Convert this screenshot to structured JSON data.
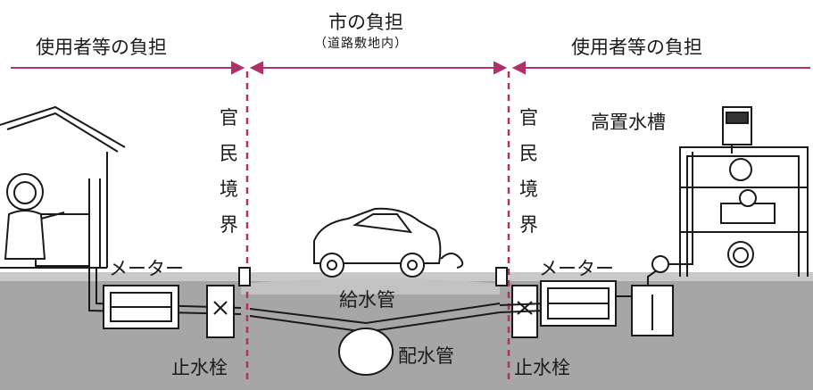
{
  "top": {
    "left_label": "使用者等の負担",
    "center_label": "市の負担",
    "center_sub": "（道路敷地内）",
    "right_label": "使用者等の負担"
  },
  "boundary": {
    "left_chars": [
      "官",
      "民",
      "境",
      "界"
    ],
    "right_chars": [
      "官",
      "民",
      "境",
      "界"
    ]
  },
  "labels": {
    "tank": "高置水槽",
    "meter_left": "メーター",
    "meter_right": "メーター",
    "supply_pipe": "給水管",
    "main_pipe": "配水管",
    "stop_left": "止水栓",
    "stop_right": "止水栓"
  },
  "colors": {
    "boundary_line": "#b0306a",
    "ground": "#a8a8a8",
    "ink": "#1a1a1a"
  }
}
